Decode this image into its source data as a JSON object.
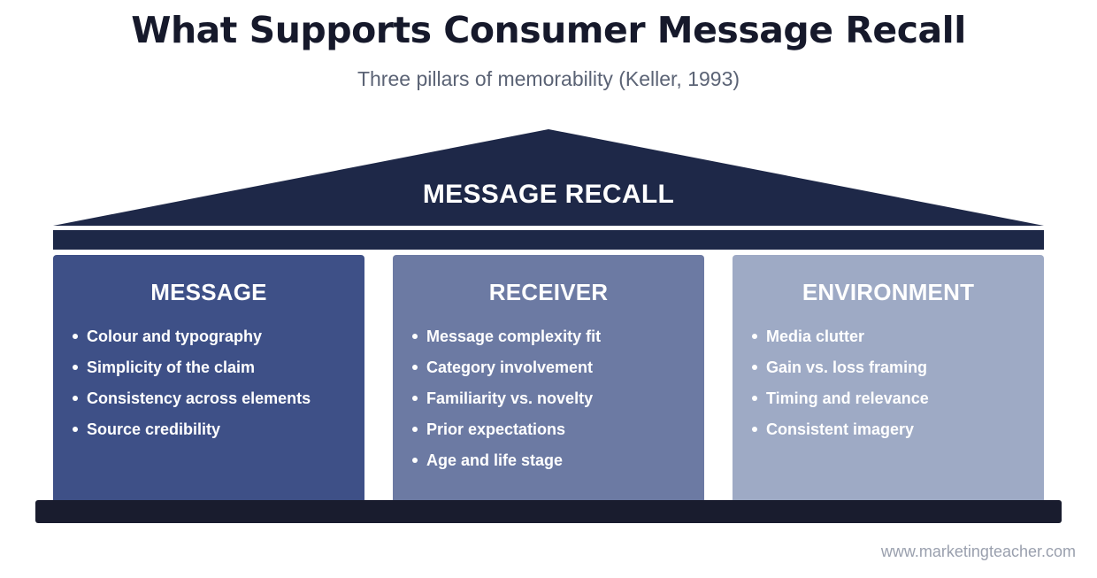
{
  "title": "What Supports Consumer Message Recall",
  "subtitle": "Three pillars of memorability (Keller, 1993)",
  "roof": {
    "label": "MESSAGE RECALL",
    "color": "#1e2848"
  },
  "pillars": [
    {
      "title": "MESSAGE",
      "color": "#3e5087",
      "items": [
        "Colour and typography",
        "Simplicity of the claim",
        "Consistency across elements",
        "Source credibility"
      ]
    },
    {
      "title": "RECEIVER",
      "color": "#6c7aa3",
      "items": [
        "Message complexity fit",
        "Category involvement",
        "Familiarity vs. novelty",
        "Prior expectations",
        "Age and life stage"
      ]
    },
    {
      "title": "ENVIRONMENT",
      "color": "#9eaac5",
      "items": [
        "Media clutter",
        "Gain vs. loss framing",
        "Timing and relevance",
        "Consistent imagery"
      ]
    }
  ],
  "source": "www.marketingteacher.com"
}
